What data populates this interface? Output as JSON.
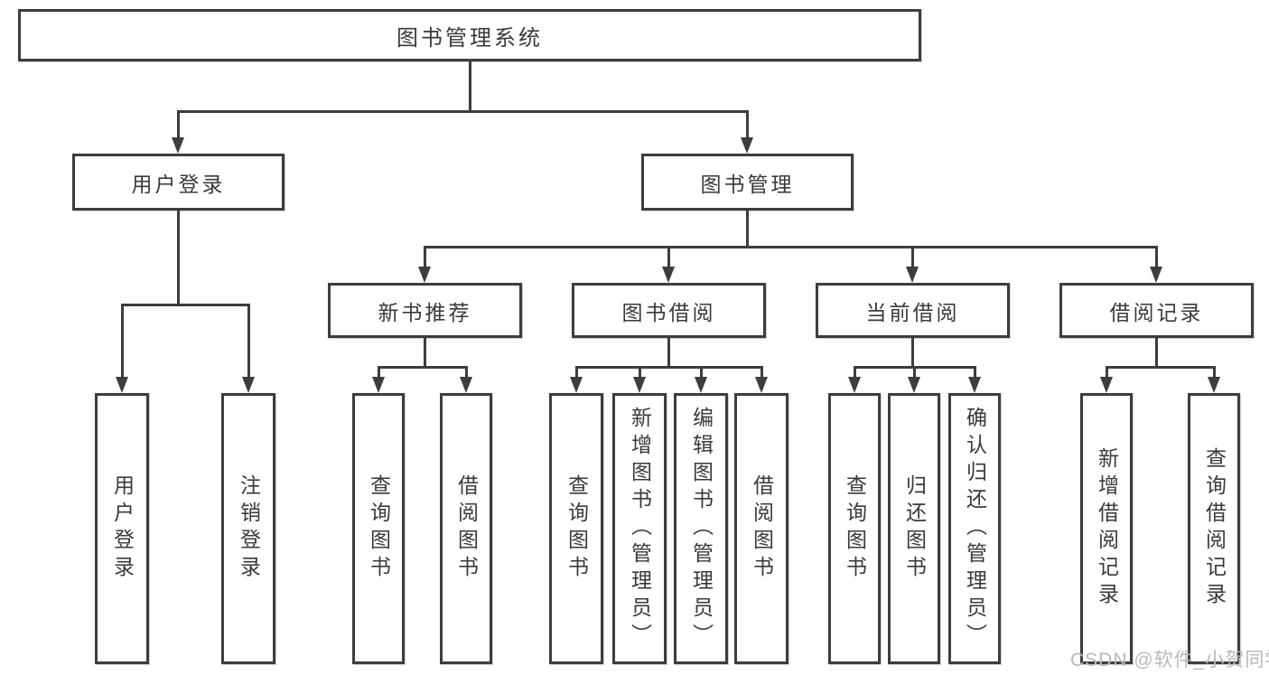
{
  "diagram": {
    "line_color": "#3d3d3d",
    "text_color": "#3a3a3a",
    "tree": {
      "root": {
        "label": "图书管理系统"
      },
      "branches": [
        {
          "label": "用户登录",
          "children": [
            {
              "label": "用户登录"
            },
            {
              "label": "注销登录"
            }
          ]
        },
        {
          "label": "图书管理",
          "children": [
            {
              "label": "新书推荐",
              "children": [
                {
                  "label": "查询图书"
                },
                {
                  "label": "借阅图书"
                }
              ]
            },
            {
              "label": "图书借阅",
              "children": [
                {
                  "label": "查询图书"
                },
                {
                  "label": "新增图书（管理员）"
                },
                {
                  "label": "编辑图书（管理员）"
                },
                {
                  "label": "借阅图书"
                }
              ]
            },
            {
              "label": "当前借阅",
              "children": [
                {
                  "label": "查询图书"
                },
                {
                  "label": "归还图书"
                },
                {
                  "label": "确认归还（管理员）"
                }
              ]
            },
            {
              "label": "借阅记录",
              "children": [
                {
                  "label": "新增借阅记录"
                },
                {
                  "label": "查询借阅记录"
                }
              ]
            }
          ]
        }
      ]
    }
  },
  "watermark": {
    "text": "CSDN @软件_小贺同学",
    "color": "#b9b9b9"
  }
}
